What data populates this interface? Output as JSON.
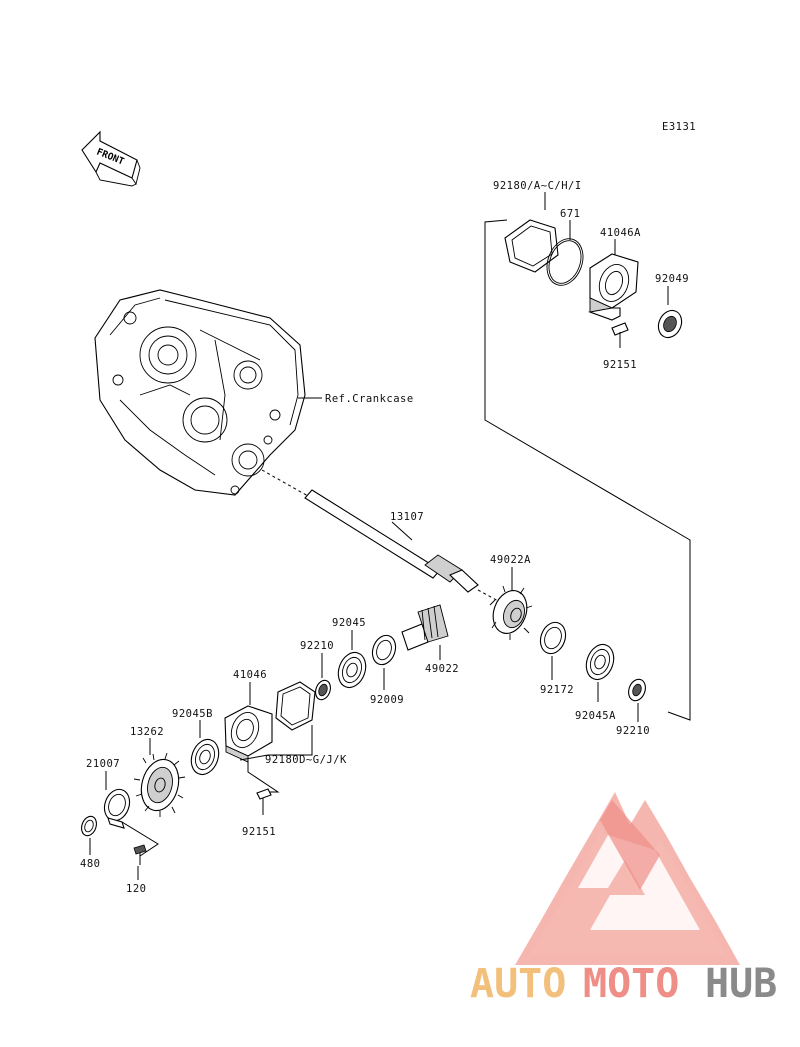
{
  "diagram": {
    "code": "E3131",
    "front_label": "FRONT",
    "ref_label": "Ref.Crankcase",
    "parts": [
      {
        "id": "92180_top",
        "label": "92180/A~C/H/I"
      },
      {
        "id": "671",
        "label": "671"
      },
      {
        "id": "41046A",
        "label": "41046A"
      },
      {
        "id": "92049",
        "label": "92049"
      },
      {
        "id": "92151_top",
        "label": "92151"
      },
      {
        "id": "13107",
        "label": "13107"
      },
      {
        "id": "49022A",
        "label": "49022A"
      },
      {
        "id": "92045",
        "label": "92045"
      },
      {
        "id": "92210",
        "label": "92210"
      },
      {
        "id": "49022",
        "label": "49022"
      },
      {
        "id": "92009",
        "label": "92009"
      },
      {
        "id": "92172",
        "label": "92172"
      },
      {
        "id": "92045A",
        "label": "92045A"
      },
      {
        "id": "92210_right",
        "label": "92210"
      },
      {
        "id": "41046",
        "label": "41046"
      },
      {
        "id": "92045B",
        "label": "92045B"
      },
      {
        "id": "13262",
        "label": "13262"
      },
      {
        "id": "92180_bottom",
        "label": "92180D~G/J/K"
      },
      {
        "id": "21007",
        "label": "21007"
      },
      {
        "id": "92151_bottom",
        "label": "92151"
      },
      {
        "id": "480",
        "label": "480"
      },
      {
        "id": "120",
        "label": "120"
      }
    ]
  },
  "watermark": {
    "text_part1": "AUTO",
    "text_part2": "MOTO",
    "text_part3": "HUB",
    "color_orange": "#f3c07c",
    "color_salmon": "#ef8d87",
    "color_grey": "#8a8a8a"
  }
}
